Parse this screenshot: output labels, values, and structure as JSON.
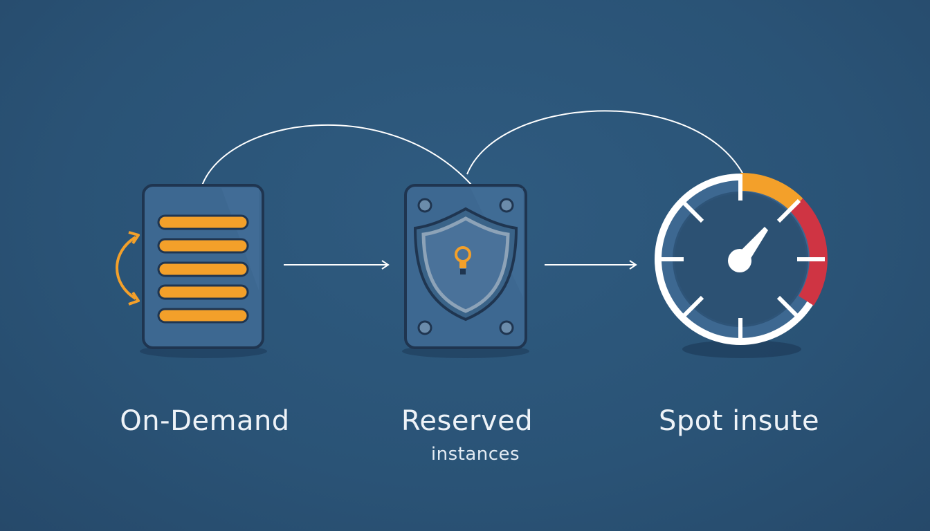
{
  "labels": {
    "on_demand": "On-Demand",
    "reserved": "Reserved",
    "reserved_sub": "instances",
    "spot": "Spot insute"
  },
  "icons": {
    "on_demand": "server-rack-icon",
    "reserved": "shield-lock-icon",
    "spot": "gauge-icon"
  },
  "colors": {
    "background": "#2b5477",
    "card": "#3d6891",
    "card_border": "#1f3550",
    "accent_orange": "#f3a02a",
    "accent_red": "#cf3443",
    "line": "#ffffff"
  }
}
